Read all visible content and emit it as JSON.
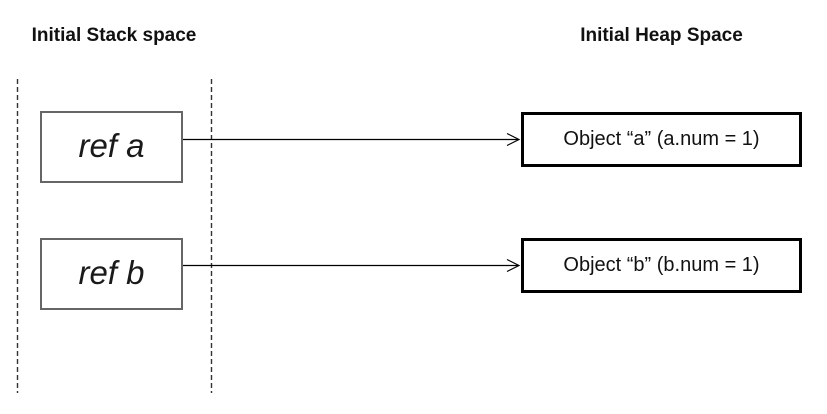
{
  "diagram": {
    "stack": {
      "title": "Initial Stack space",
      "items": [
        {
          "label": "ref a"
        },
        {
          "label": "ref b"
        }
      ]
    },
    "heap": {
      "title": "Initial Heap Space",
      "objects": [
        {
          "label": "Object “a” (a.num = 1)"
        },
        {
          "label": "Object “b” (b.num = 1)"
        }
      ]
    },
    "connections": [
      {
        "from": "ref a",
        "to": "Object “a” (a.num = 1)"
      },
      {
        "from": "ref b",
        "to": "Object “b” (b.num = 1)"
      }
    ],
    "colors": {
      "background": "#ffffff",
      "stack_box_border": "#666666",
      "heap_box_border": "#000000",
      "boundary_line": "#333333",
      "arrow": "#000000",
      "text": "#111111"
    }
  }
}
